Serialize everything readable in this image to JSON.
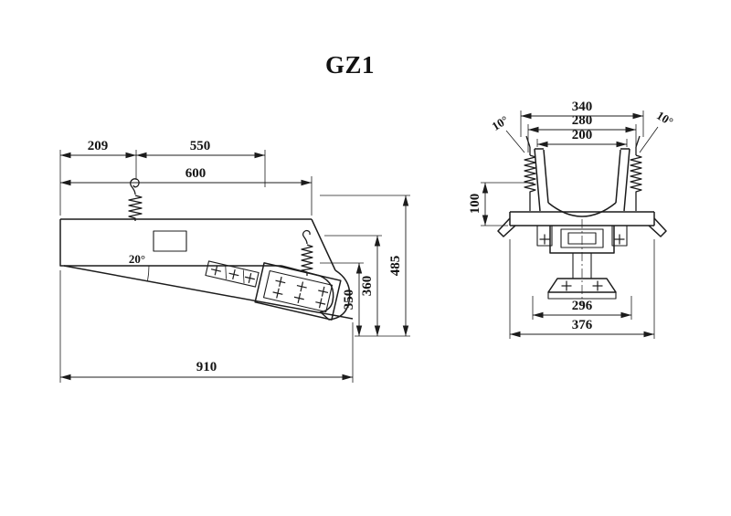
{
  "title": "GZ1",
  "side_view": {
    "dim_209": "209",
    "dim_550": "550",
    "dim_600": "600",
    "dim_910": "910",
    "dim_485": "485",
    "dim_360": "360",
    "dim_350": "350",
    "angle_20": "20°"
  },
  "end_view": {
    "dim_340": "340",
    "dim_280": "280",
    "dim_200": "200",
    "dim_100": "100",
    "dim_296": "296",
    "dim_376": "376",
    "angle_10_left": "10°",
    "angle_10_right": "10°"
  },
  "colors": {
    "line": "#1c1c1c",
    "background": "#ffffff"
  }
}
